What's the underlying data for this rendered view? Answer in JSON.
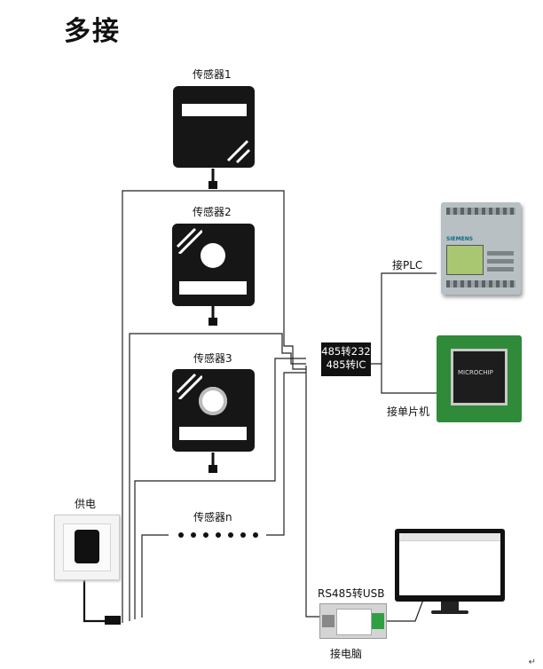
{
  "title": "多接",
  "sensors": [
    {
      "label": "传感器1",
      "icon": "sensor-display-icon"
    },
    {
      "label": "传感器2",
      "icon": "sensor-probe-icon"
    },
    {
      "label": "传感器3",
      "icon": "sensor-probe-icon"
    },
    {
      "label": "传感器n",
      "icon": "ellipsis-icon"
    }
  ],
  "power": {
    "label": "供电",
    "icon": "power-adapter-icon"
  },
  "converter": {
    "line1": "485转232",
    "line2": "485转IC"
  },
  "plc": {
    "label": "接PLC",
    "icon": "plc-icon",
    "brand": "SIEMENS"
  },
  "mcu": {
    "label": "接单片机",
    "icon": "microchip-icon",
    "brand": "MICROCHIP"
  },
  "usb": {
    "label": "RS485转USB",
    "icon": "usb-converter-icon"
  },
  "pc": {
    "label": "接电脑",
    "icon": "monitor-icon"
  },
  "return_mark": "↵",
  "colors": {
    "wire": "#222222",
    "device": "#161616",
    "plc_body": "#b9c0c4",
    "pcb": "#2f8a3a",
    "usb_green": "#2ea043"
  }
}
